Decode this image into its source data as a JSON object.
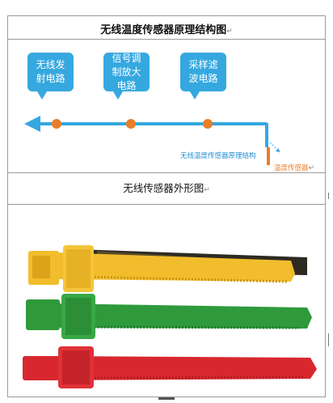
{
  "title_structure": "无线温度传感器原理结构图",
  "title_shape": "无线传感器外形图",
  "paragraph_mark": "↵",
  "bubbles": [
    {
      "text": "无线发射电路"
    },
    {
      "text": "信号调制放大电路"
    },
    {
      "text": "采样滤波电路"
    }
  ],
  "label_structure": "无线温度传感器原理结构",
  "label_sensor": "温度传感器",
  "colors": {
    "blue": "#35a8e0",
    "orange": "#e87e2a",
    "yellow_strap": "#f2bd2c",
    "green_strap": "#2f9a3c",
    "red_strap": "#d8282e"
  },
  "images": [
    "wireless-temperature-sensor-straps"
  ]
}
